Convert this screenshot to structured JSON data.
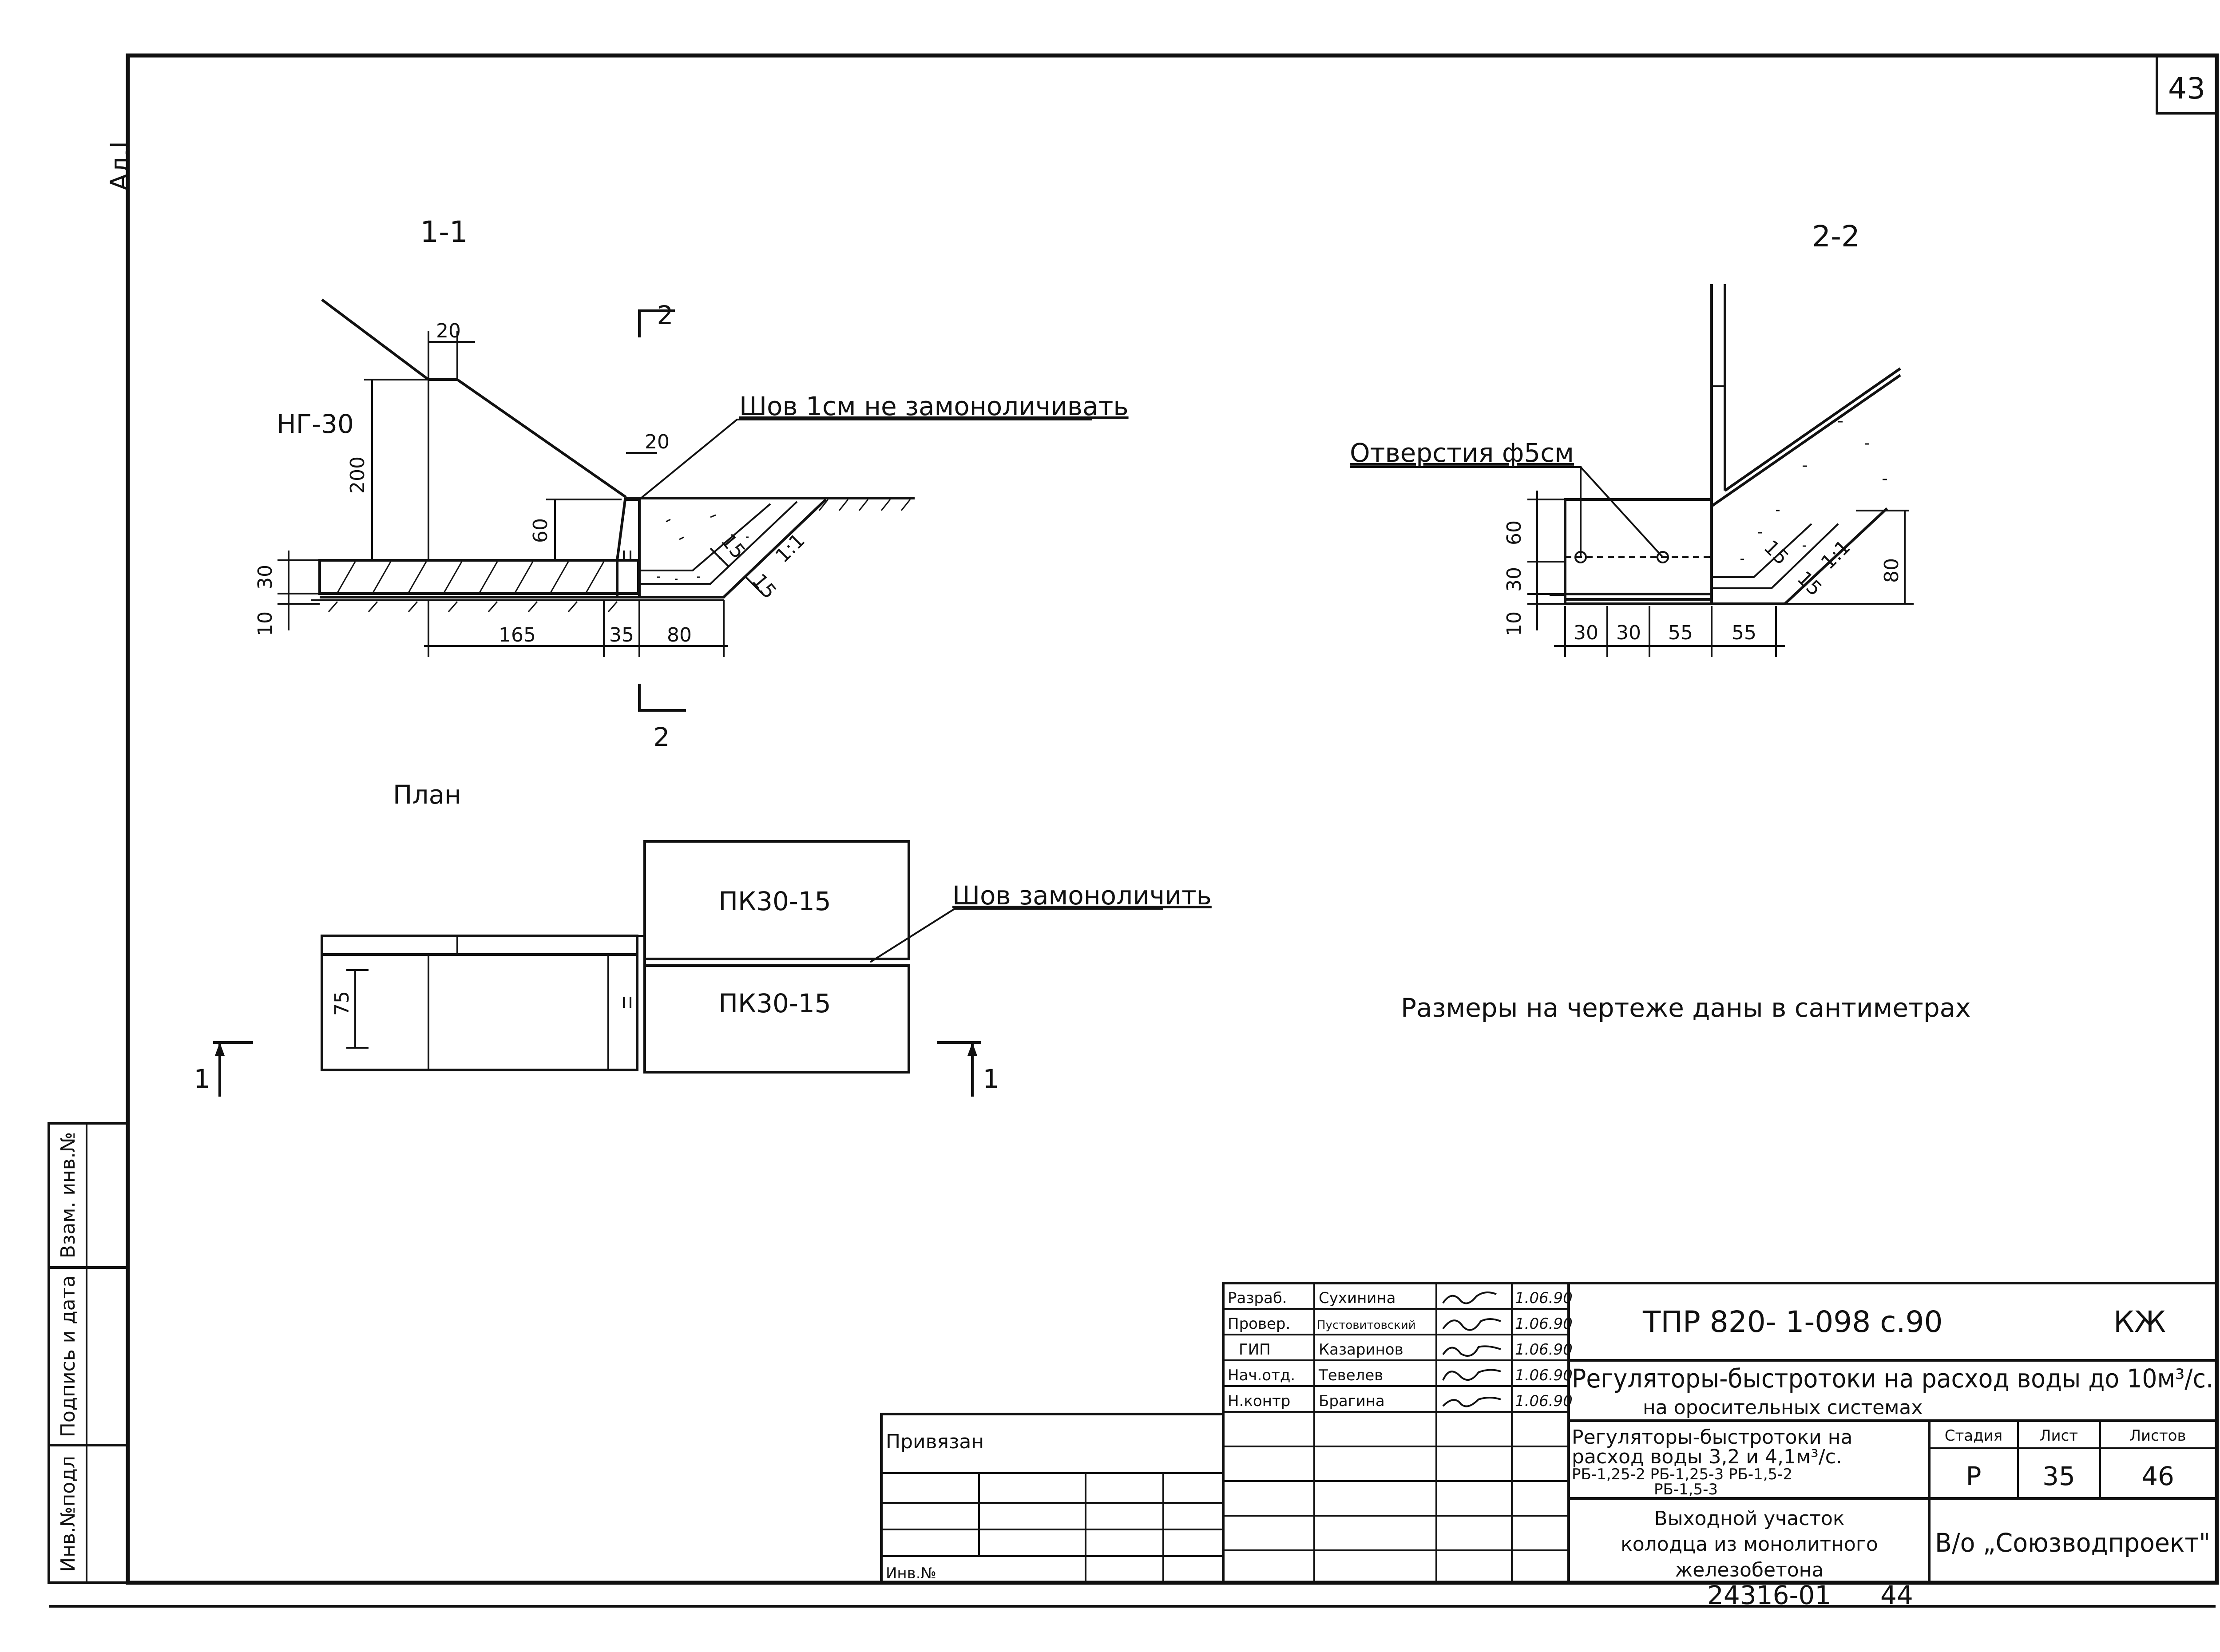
{
  "sheet": {
    "page_number": "43",
    "album_label": "Ал.I",
    "units_note": "Размеры на чертеже даны в сантиметрах",
    "bottom_code": "24316-01",
    "bottom_page": "44"
  },
  "section_1_1": {
    "title": "1-1",
    "mark_label": "НГ-30",
    "seam_note": "Шов 1см не замоноличивать",
    "cut_mark_top": "2",
    "cut_mark_bottom": "2",
    "dims": {
      "d20_top": "20",
      "d20_right": "20",
      "d200": "200",
      "d60": "60",
      "d30": "30",
      "d10": "10",
      "d15a": "15",
      "d15b": "15",
      "slope": "1:1",
      "d165": "165",
      "d35": "35",
      "d80": "80"
    }
  },
  "section_2_2": {
    "title": "2-2",
    "holes_note": "Отверстия ф5см",
    "dims": {
      "d60": "60",
      "d30": "30",
      "d10": "10",
      "d15a": "15",
      "d15b": "15",
      "slope": "1:1",
      "d80": "80",
      "b30a": "30",
      "b30b": "30",
      "b55a": "55",
      "b55b": "55"
    }
  },
  "plan": {
    "title": "План",
    "slab_top": "ПК30-15",
    "slab_bottom": "ПК30-15",
    "seam_note": "Шов замоноличить",
    "d75": "75",
    "cut_left": "1",
    "cut_right": "1"
  },
  "left_strip": {
    "cells": [
      "Взам. инв.№",
      "Подпись и дата",
      "Инв.№подл"
    ]
  },
  "title_block": {
    "signatures": [
      {
        "role": "Разраб.",
        "name": "Сухинина",
        "date": "1.06.90"
      },
      {
        "role": "Провер.",
        "name": "Пустовитовский",
        "date": "1.06.90"
      },
      {
        "role": "ГИП",
        "name": "Казаринов",
        "date": "1.06.90"
      },
      {
        "role": "Нач.отд.",
        "name": "Тевелев",
        "date": "1.06.90"
      },
      {
        "role": "Н.контр",
        "name": "Брагина",
        "date": "1.06.90"
      }
    ],
    "privyazan": "Привязан",
    "inv_no": "Инв.№",
    "doc_code": "ТПР 820- 1-098 с.90",
    "doc_mark": "КЖ",
    "project_title_line1": "Регуляторы-быстротоки на расход воды до 10м³/с.",
    "project_title_line2": "на оросительных системах",
    "subtitle_line1": "Регуляторы-быстротоки на",
    "subtitle_line2": "расход воды 3,2 и 4,1м³/с.",
    "subtitle_line3": "РБ-1,25-2  РБ-1,25-3  РБ-1,5-2",
    "subtitle_line4": "РБ-1,5-3",
    "sheet_title_line1": "Выходной участок",
    "sheet_title_line2": "колодца из монолитного",
    "sheet_title_line3": "железобетона",
    "stage_header": "Стадия",
    "sheet_header": "Лист",
    "sheets_header": "Листов",
    "stage": "Р",
    "sheet_no": "35",
    "sheets_total": "46",
    "organization": "В/о „Союзводпроект\""
  }
}
